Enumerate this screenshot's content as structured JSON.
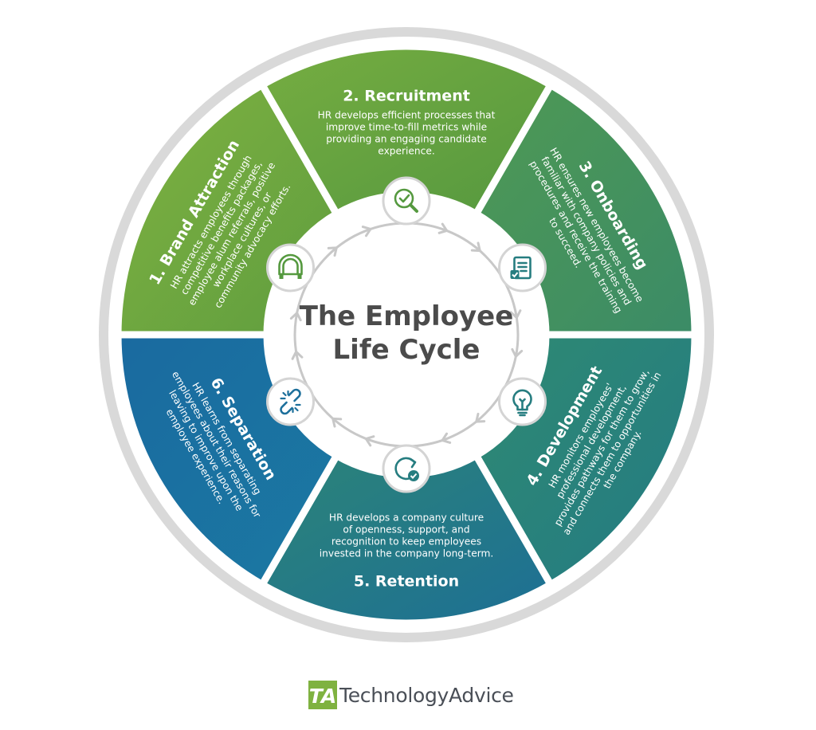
{
  "center": {
    "title_line1": "The Employee",
    "title_line2": "Life Cycle"
  },
  "stages": [
    {
      "title": "1. Brand Attraction",
      "lines": [
        "HR attracts employees through",
        "competitive benefits packages,",
        "employee alum referrals, positive",
        "workplace cultures, or",
        "community advocacy efforts."
      ],
      "icon": "magnet-icon",
      "color_start": "#7fb240",
      "color_end": "#5f9d3f"
    },
    {
      "title": "2. Recruitment",
      "lines": [
        "HR develops efficient processes that",
        "improve time-to-fill metrics while",
        "providing an engaging candidate",
        "experience."
      ],
      "icon": "magnifier-check-icon",
      "color_start": "#76ad41",
      "color_end": "#55983f"
    },
    {
      "title": "3. Onboarding",
      "lines": [
        "HR ensures new employees become",
        "familiar with company policies and",
        "procedures and receive the training",
        "to succeed."
      ],
      "icon": "checklist-icon",
      "color_start": "#4f9954",
      "color_end": "#3b8b67"
    },
    {
      "title": "4. Development",
      "lines": [
        "HR monitors employees'",
        "professional development,",
        "provides pathways for them to grow,",
        "and connects them to opportunities in",
        "the company."
      ],
      "icon": "lightbulb-icon",
      "color_start": "#2f8a72",
      "color_end": "#237a84"
    },
    {
      "title": "5. Retention",
      "lines": [
        "HR develops a company culture",
        "of openness, support, and",
        "recognition to keep employees",
        "invested in the company long-term."
      ],
      "icon": "cycle-check-icon",
      "color_start": "#2c8478",
      "color_end": "#1d6f95"
    },
    {
      "title": "6. Separation",
      "lines": [
        "HR learns from separating",
        "employees about their reasons for",
        "leaving to improve upon the",
        "employee experience."
      ],
      "icon": "broken-link-icon",
      "color_start": "#1a6aa0",
      "color_end": "#1b79a2"
    }
  ],
  "colors": {
    "ring": "#d9d9d9",
    "arrow": "#c8c8c8",
    "center_text": "#4b4b4b",
    "icon_green": "#55993f",
    "icon_teal": "#267d80",
    "icon_blue": "#1c6f9b"
  },
  "logo": {
    "mark_text": "TA",
    "text": "TechnologyAdvice"
  }
}
